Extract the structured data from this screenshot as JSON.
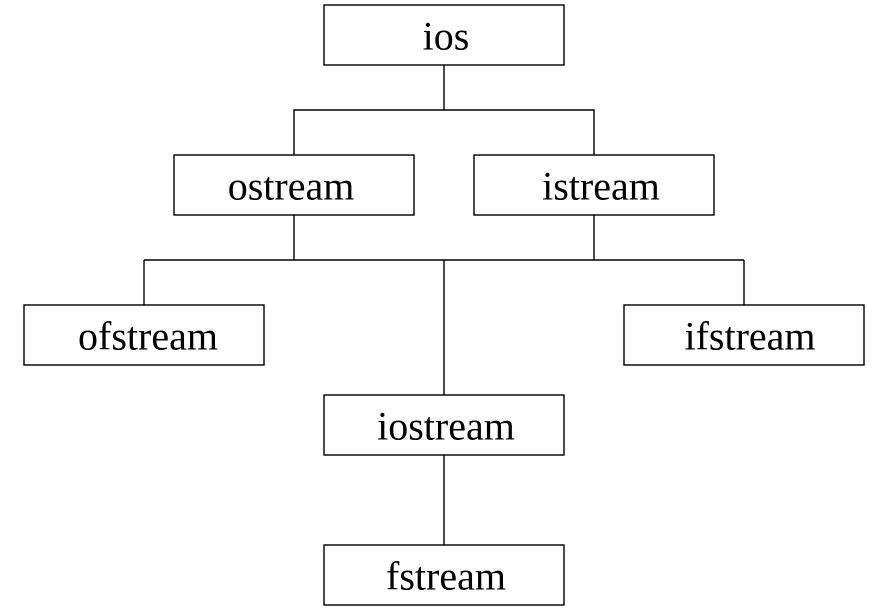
{
  "diagram": {
    "nodes": {
      "ios": "ios",
      "ostream": "ostream",
      "istream": "istream",
      "ofstream": "ofstream",
      "ifstream": "ifstream",
      "iostream": "iostream",
      "fstream": "fstream"
    },
    "edges": [
      {
        "from": "ios",
        "to": "ostream"
      },
      {
        "from": "ios",
        "to": "istream"
      },
      {
        "from": "ostream",
        "to": "ofstream"
      },
      {
        "from": "ostream",
        "to": "iostream"
      },
      {
        "from": "istream",
        "to": "iostream"
      },
      {
        "from": "istream",
        "to": "ifstream"
      },
      {
        "from": "iostream",
        "to": "fstream"
      }
    ]
  }
}
